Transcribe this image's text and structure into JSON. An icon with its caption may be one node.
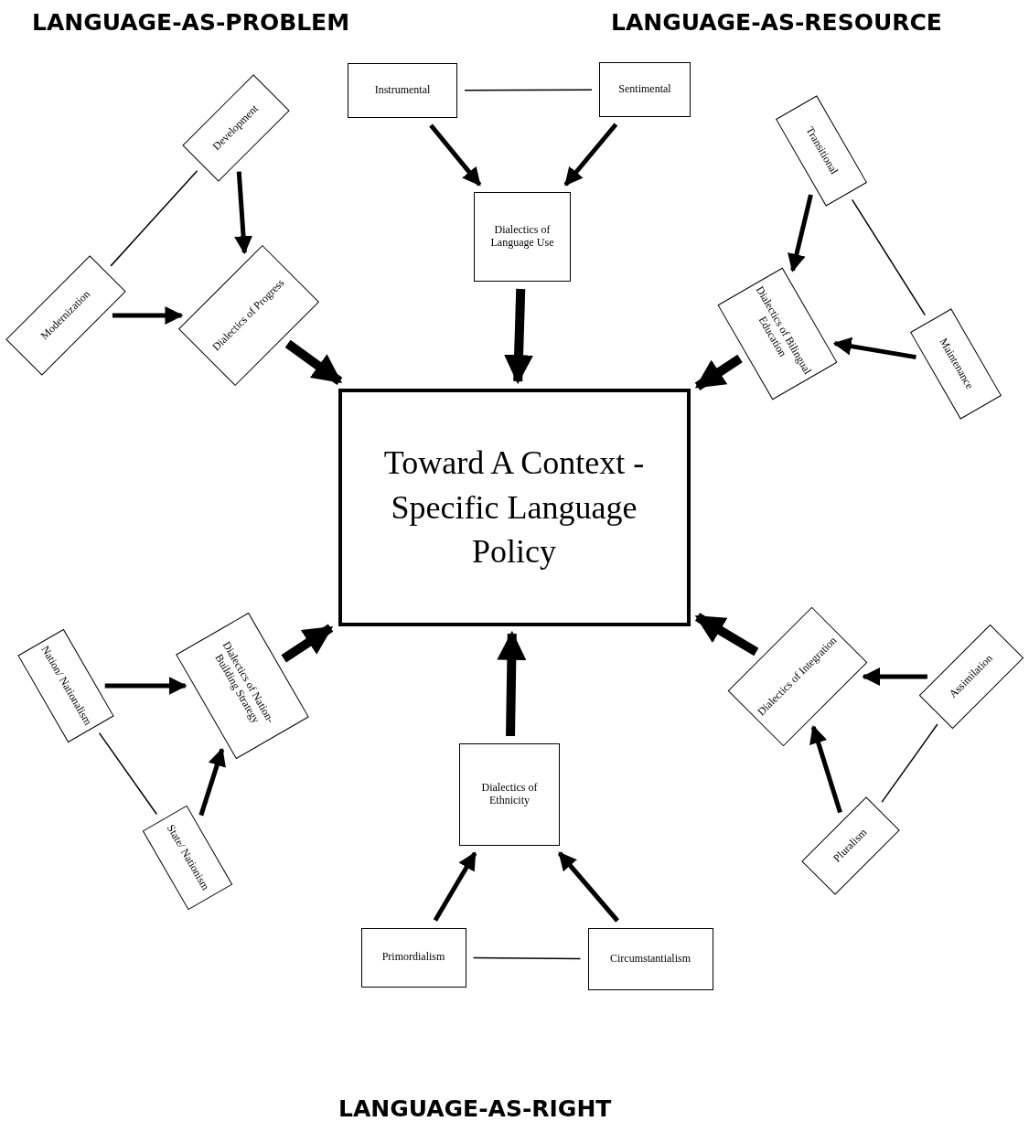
{
  "diagram": {
    "nodes": [
      {
        "text": [
          "Toward A Context - Specific Language Policy"
        ]
      },
      {
        "text": [
          "Instrumental"
        ]
      },
      {
        "text": [
          "Sentimental"
        ]
      },
      {
        "text": [
          "Dialectics of Language Use"
        ]
      },
      {
        "text": [
          "Development"
        ]
      },
      {
        "text": [
          "Modernization"
        ]
      },
      {
        "text": [
          "Dialectics of Progress"
        ]
      },
      {
        "text": [
          "Transitional"
        ]
      },
      {
        "text": [
          "Maintenance"
        ]
      },
      {
        "text": [
          "Dialectics of Bilingual Education"
        ]
      },
      {
        "text": [
          "Nation/ Nationalism"
        ]
      },
      {
        "text": [
          "Dialectics of Nation-Building Strategy"
        ]
      },
      {
        "text": [
          "State/ Nationism"
        ]
      },
      {
        "text": [
          "Dialectics of Ethnicity"
        ]
      },
      {
        "text": [
          "Primordialism"
        ]
      },
      {
        "text": [
          "Circumstantialism"
        ]
      },
      {
        "text": [
          "Dialectics of Integration"
        ]
      },
      {
        "text": [
          "Assimilation"
        ]
      },
      {
        "text": [
          "Pluralism"
        ]
      }
    ],
    "edges": [
      {
        "from": 1,
        "to": 2,
        "arrow": "none"
      },
      {
        "from": 1,
        "to": 3,
        "arrow": "to"
      },
      {
        "from": 2,
        "to": 3,
        "arrow": "to"
      },
      {
        "from": 3,
        "to": 0,
        "arrow": "to",
        "style": "thick"
      },
      {
        "from": 4,
        "to": 5,
        "arrow": "none"
      },
      {
        "from": 4,
        "to": 6,
        "arrow": "to"
      },
      {
        "from": 5,
        "to": 6,
        "arrow": "to"
      },
      {
        "from": 6,
        "to": 0,
        "arrow": "to",
        "style": "thick"
      },
      {
        "from": 7,
        "to": 8,
        "arrow": "none"
      },
      {
        "from": 7,
        "to": 9,
        "arrow": "to"
      },
      {
        "from": 8,
        "to": 9,
        "arrow": "to"
      },
      {
        "from": 9,
        "to": 0,
        "arrow": "to",
        "style": "thick"
      },
      {
        "from": 10,
        "to": 12,
        "arrow": "none"
      },
      {
        "from": 10,
        "to": 11,
        "arrow": "to"
      },
      {
        "from": 12,
        "to": 11,
        "arrow": "to"
      },
      {
        "from": 11,
        "to": 0,
        "arrow": "to",
        "style": "thick"
      },
      {
        "from": 14,
        "to": 15,
        "arrow": "none"
      },
      {
        "from": 14,
        "to": 13,
        "arrow": "to"
      },
      {
        "from": 15,
        "to": 13,
        "arrow": "to"
      },
      {
        "from": 13,
        "to": 0,
        "arrow": "to",
        "style": "thick"
      },
      {
        "from": 17,
        "to": 18,
        "arrow": "none"
      },
      {
        "from": 17,
        "to": 16,
        "arrow": "to"
      },
      {
        "from": 18,
        "to": 16,
        "arrow": "to"
      },
      {
        "from": 16,
        "to": 0,
        "arrow": "to",
        "style": "thick"
      }
    ],
    "labels": [
      "LANGUAGE-AS-PROBLEM",
      "LANGUAGE-AS-RESOURCE",
      "LANGUAGE-AS-RIGHT"
    ]
  }
}
